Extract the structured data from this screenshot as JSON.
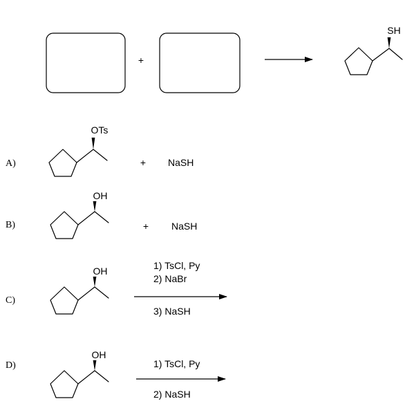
{
  "question": {
    "plus_sign": "+",
    "product": {
      "group_label": "SH"
    }
  },
  "options": [
    {
      "letter": "A)",
      "group_label": "OTs",
      "plus_sign": "+",
      "reagent": "NaSH"
    },
    {
      "letter": "B)",
      "group_label": "OH",
      "plus_sign": "+",
      "reagent": "NaSH"
    },
    {
      "letter": "C)",
      "group_label": "OH",
      "steps_above": [
        "1) TsCl, Py",
        "2) NaBr"
      ],
      "steps_below": [
        "3) NaSH"
      ]
    },
    {
      "letter": "D)",
      "group_label": "OH",
      "steps_above": [
        "1) TsCl, Py"
      ],
      "steps_below": [
        "2) NaSH"
      ]
    }
  ]
}
